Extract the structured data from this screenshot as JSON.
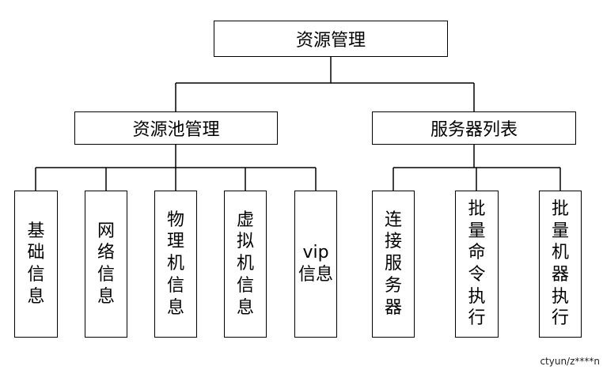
{
  "root": {
    "label": "资源管理"
  },
  "branches": [
    {
      "label": "资源池管理",
      "children": [
        "基础信息",
        "网络信息",
        "物理机信息",
        "虚拟机信息",
        "vip信息"
      ]
    },
    {
      "label": "服务器列表",
      "children": [
        "连接服务器",
        "批量命令执行",
        "批量机器执行"
      ]
    }
  ],
  "watermark": "ctyun/z****n"
}
